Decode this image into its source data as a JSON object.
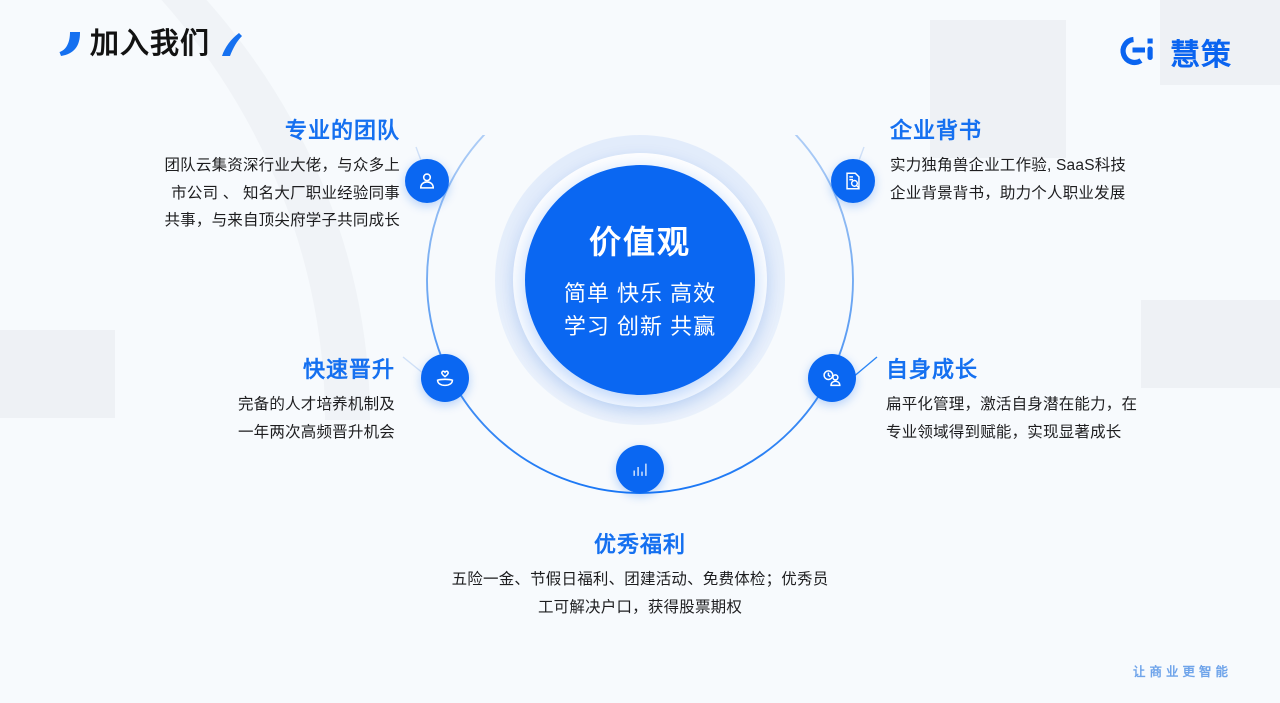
{
  "header": {
    "title": "加入我们",
    "mark_left": "quote-arc-icon",
    "mark_right": "quote-stroke-icon"
  },
  "brand": {
    "logo_icon": "huice-c-logo-icon",
    "name": "慧策"
  },
  "center": {
    "title": "价值观",
    "line1": "简单 快乐 高效",
    "line2": "学习 创新 共赢"
  },
  "blocks": [
    {
      "key": "team",
      "heading": "专业的团队",
      "body": "团队云集资深行业大佬，与众多上市公司 、 知名大厂职业经验同事共事，与来自顶尖府学子共同成长",
      "icon": "user-icon"
    },
    {
      "key": "endorsement",
      "heading": "企业背书",
      "body": "实力独角兽企业工作验, SaaS科技企业背景背书，助力个人职业发展",
      "icon": "document-search-icon"
    },
    {
      "key": "promotion",
      "heading": "快速晋升",
      "body": "完备的人才培养机制及一年两次高频晋升机会",
      "icon": "hand-heart-icon"
    },
    {
      "key": "growth",
      "heading": "自身成长",
      "body": "扁平化管理，激活自身潜在能力，在专业领域得到赋能，实现显著成长",
      "icon": "people-growth-icon"
    },
    {
      "key": "benefits",
      "heading": "优秀福利",
      "body": "五险一金、节假日福利、团建活动、免费体检；优秀员工可解决户口，获得股票期权",
      "icon": "bar-chart-icon"
    }
  ],
  "block_lines": {
    "team": [
      "团队云集资深行业大佬，与众多上",
      "市公司 、 知名大厂职业经验同事",
      "共事，与来自顶尖府学子共同成长"
    ],
    "endorsement": [
      "实力独角兽企业工作验, SaaS科技",
      "企业背景背书，助力个人职业发展"
    ],
    "promotion": [
      "完备的人才培养机制及",
      "一年两次高频晋升机会"
    ],
    "growth": [
      "扁平化管理，激活自身潜在能力，在",
      "专业领域得到赋能，实现显著成长"
    ],
    "benefits": [
      "五险一金、节假日福利、团建活动、免费体检；优秀员",
      "工可解决户口，获得股票期权"
    ]
  },
  "footer": {
    "slogan": "让商业更智能"
  },
  "colors": {
    "brand_blue": "#0a67f2",
    "heading_blue": "#1570f0",
    "page_bg": "#f7fafd",
    "decor_gray": "#eceff3",
    "footer_blue": "#6fa4ea",
    "body_text": "#1d1d1f"
  }
}
